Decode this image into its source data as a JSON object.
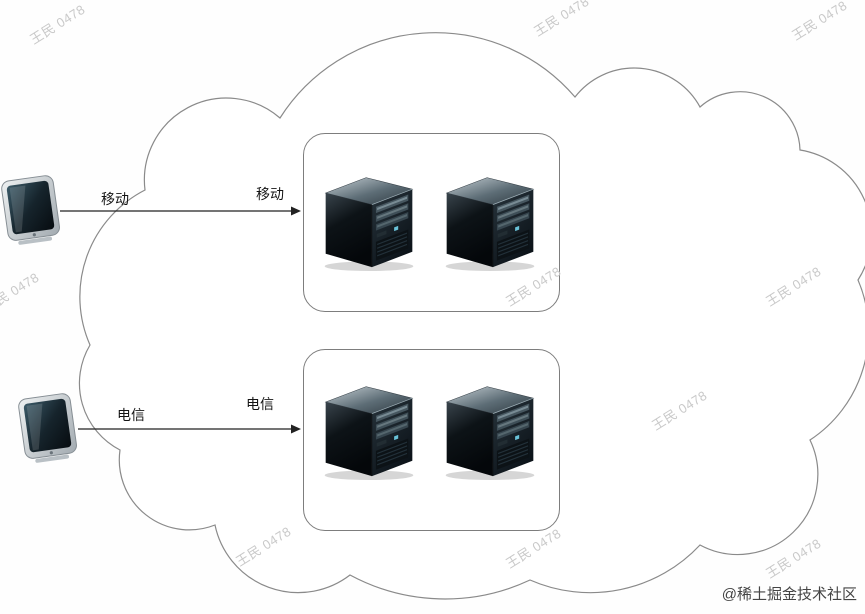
{
  "connections": [
    {
      "id": "mobile",
      "client_label": "移动",
      "cloud_label": "移动"
    },
    {
      "id": "telecom",
      "client_label": "电信",
      "cloud_label": "电信"
    }
  ],
  "server_groups": [
    {
      "id": "mobile-group",
      "servers": 2
    },
    {
      "id": "telecom-group",
      "servers": 2
    }
  ],
  "watermark": {
    "text": "王民 0478"
  },
  "footer": {
    "credit": "@稀土掘金技术社区"
  },
  "colors": {
    "line": "#7d7d7d",
    "label": "#141414",
    "watermark": "#c9c9c9",
    "credit": "#444444",
    "background": "#fefefe"
  }
}
